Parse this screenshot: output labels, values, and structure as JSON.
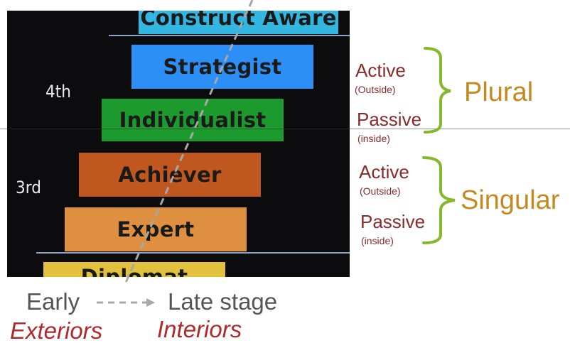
{
  "stages": [
    {
      "label": "Construct Aware",
      "color": "#33b6e0"
    },
    {
      "label": "Strategist",
      "color": "#2b8ff5"
    },
    {
      "label": "Individualist",
      "color": "#1c9a2e"
    },
    {
      "label": "Achiever",
      "color": "#c0571f"
    },
    {
      "label": "Expert",
      "color": "#de8f40"
    },
    {
      "label": "Diplomat",
      "color": "#e2c23d"
    }
  ],
  "orders": {
    "fourth": "4th",
    "third": "3rd"
  },
  "groups": {
    "plural": {
      "label": "Plural",
      "active": "Active",
      "active_sub": "(Outside)",
      "passive": "Passive",
      "passive_sub": "(inside)"
    },
    "singular": {
      "label": "Singular",
      "active": "Active",
      "active_sub": "(Outside)",
      "passive": "Passive",
      "passive_sub": "(inside)"
    }
  },
  "axis": {
    "early": "Early",
    "late": "Late stage",
    "exteriors": "Exteriors",
    "interiors": "Interiors"
  },
  "colors": {
    "legend_red": "#8b2a2a",
    "group_gold": "#c48a1f",
    "brace_green": "#86b82b",
    "italic_red": "#b0292b"
  }
}
